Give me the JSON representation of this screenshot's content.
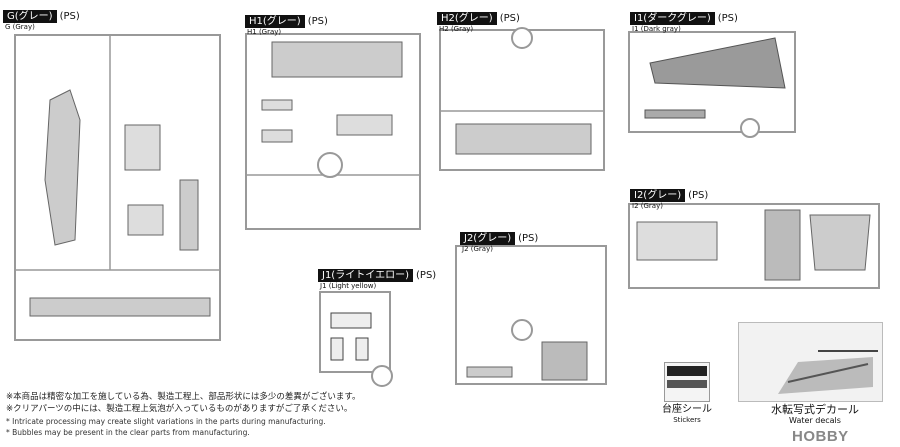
{
  "runners": [
    {
      "id": "G",
      "jp": "G(グレー)",
      "material": "(PS)",
      "en": "G (Gray)"
    },
    {
      "id": "H1",
      "jp": "H1(グレー)",
      "material": "(PS)",
      "en": "H1 (Gray)"
    },
    {
      "id": "H2",
      "jp": "H2(グレー)",
      "material": "(PS)",
      "en": "H2 (Gray)"
    },
    {
      "id": "I1",
      "jp": "I1(ダークグレー)",
      "material": "(PS)",
      "en": "I1 (Dark gray)"
    },
    {
      "id": "I2",
      "jp": "I2(グレー)",
      "material": "(PS)",
      "en": "I2 (Gray)"
    },
    {
      "id": "J1",
      "jp": "J1(ライトイエロー)",
      "material": "(PS)",
      "en": "J1 (Light yellow)"
    },
    {
      "id": "J2",
      "jp": "J2(グレー)",
      "material": "(PS)",
      "en": "J2 (Gray)"
    }
  ],
  "extras": {
    "stickers_jp": "台座シール",
    "stickers_en": "Stickers",
    "decals_jp": "水転写式デカール",
    "decals_en": "Water decals"
  },
  "notes": [
    "※本商品は精密な加工を施している為、製造工程上、部品形状には多少の差異がございます。",
    "※クリアパーツの中には、製造工程上気泡が入っているものがありますがご了承ください。",
    "* Intricate processing may create slight variations in the parts during manufacturing.",
    "* Bubbles may be present in the clear parts from manufacturing."
  ],
  "watermark": "HOBBY SEARCH",
  "colors": {
    "runner": "#9a9a9a",
    "part": "#cfcfcf",
    "label_bg": "#111111"
  }
}
